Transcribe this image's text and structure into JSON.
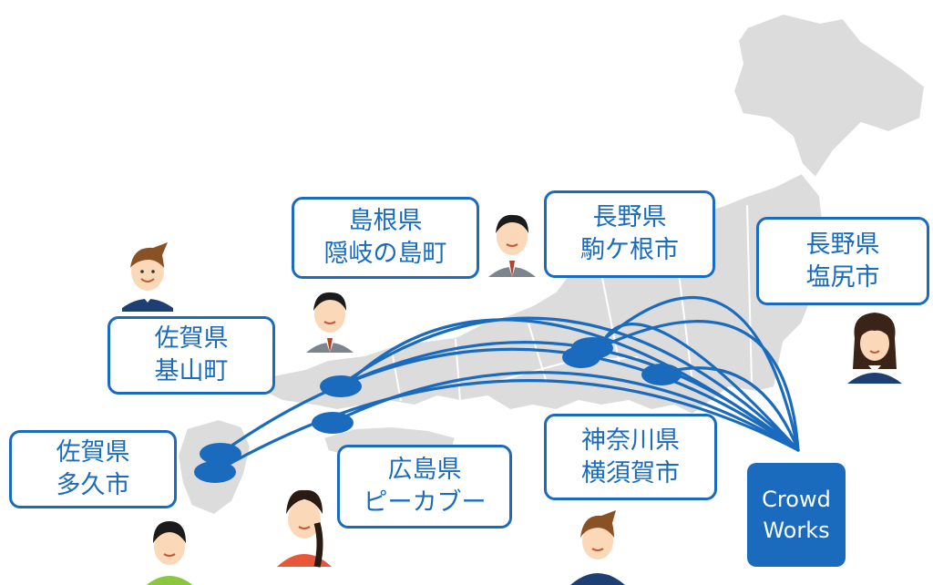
{
  "colors": {
    "accent": "#1a6bbd",
    "map_land": "#dcdcdc",
    "map_border": "#ffffff",
    "brand_bg": "#1a6bbd",
    "brand_text": "#ffffff"
  },
  "labels": {
    "shimane": {
      "line1": "島根県",
      "line2": "隠岐の島町"
    },
    "nagano_komagane": {
      "line1": "長野県",
      "line2": "駒ケ根市"
    },
    "nagano_shiojiri": {
      "line1": "長野県",
      "line2": "塩尻市"
    },
    "saga_kiyama": {
      "line1": "佐賀県",
      "line2": "基山町"
    },
    "saga_taku": {
      "line1": "佐賀県",
      "line2": "多久市"
    },
    "hiroshima": {
      "line1": "広島県",
      "line2": "ピーカブー"
    },
    "kanagawa": {
      "line1": "神奈川県",
      "line2": "横須賀市"
    }
  },
  "brand": {
    "line1": "Crowd",
    "line2": "Works"
  },
  "icons": {
    "map": "japan-map-icon",
    "avatars": [
      "person-brown-hair-icon",
      "person-black-hair-tie-icon",
      "person-black-hair-tie-icon",
      "person-long-hair-icon",
      "person-green-shirt-icon",
      "person-braid-icon",
      "person-navy-shirt-icon"
    ]
  }
}
